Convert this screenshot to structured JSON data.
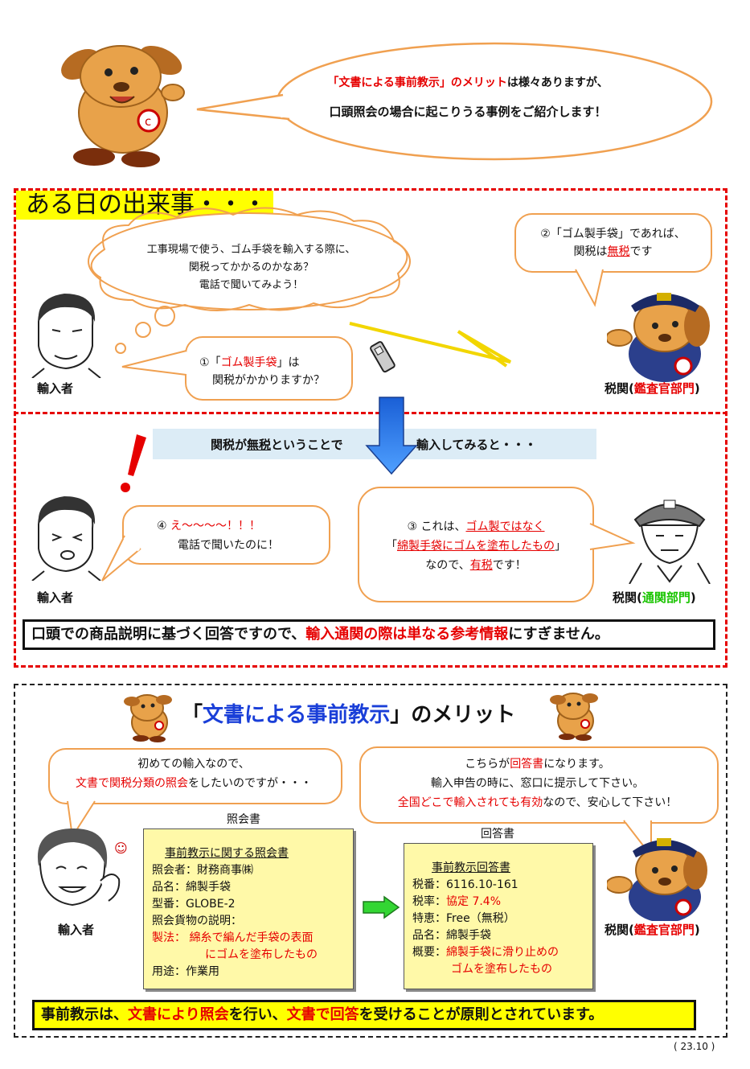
{
  "intro": {
    "line1_red": "「文書による事前教示」のメリット",
    "line1_rest": "は様々ありますが、",
    "line2": "口頭照会の場合に起こりうる事例をご紹介します！"
  },
  "section1": {
    "title": "ある日の出来事・・・",
    "thought": [
      "工事現場で使う、ゴム手袋を輸入する際に、",
      "関税ってかかるのかなあ？",
      "電話で聞いてみよう！"
    ],
    "q1_pre": "①「",
    "q1_red": "ゴム製手袋",
    "q1_post": "」は",
    "q1_line2": "関税がかかりますか？",
    "a2_line1": "②「ゴム製手袋」であれば、",
    "a2_pre": "関税は",
    "a2_red": "無税",
    "a2_post": "です",
    "importer_label": "輸入者",
    "customs_label_pre": "税関(",
    "customs_label_red": "鑑査官部門",
    "customs_label_post": ")",
    "band_pre": "関税が",
    "band_ul": "無税",
    "band_mid": "ということで",
    "band_post": "輸入してみると・・・",
    "a3_line1_pre": "③ これは、",
    "a3_line1_ul": "ゴム製ではなく",
    "a3_line2_pre": "「",
    "a3_line2_red": "綿製手袋にゴムを塗布したもの",
    "a3_line2_post": "」",
    "a3_line3_pre": "なので、",
    "a3_line3_red": "有税",
    "a3_line3_post": "です！",
    "q4_pre": "④ ",
    "q4_red": "え～～～～！！！",
    "q4_line2": "電話で聞いたのに！",
    "customs2_label_pre": "税関(",
    "customs2_label_green": "通関部門",
    "customs2_label_post": ")",
    "summary_pre": "口頭での商品説明に基づく回答ですので、",
    "summary_red": "輸入通関の際は単なる参考情報",
    "summary_post": "にすぎません。"
  },
  "section2": {
    "title_q1": "「",
    "title_main": "文書による事前教示",
    "title_q2": "」",
    "title_post": "のメリット",
    "left_bubble_line1": "初めての輸入なので、",
    "left_bubble_red": "文書で関税分類の照会",
    "left_bubble_post": "をしたいのですが・・・",
    "right_bubble_pre": "こちらが",
    "right_bubble_red": "回答書",
    "right_bubble_post": "になります。",
    "right_bubble_line2": "輸入申告の時に、窓口に提示して下さい。",
    "right_bubble_line3_red": "全国どこで輸入されても有効",
    "right_bubble_line3_post": "なので、安心して下さい！",
    "inquiry_caption": "照会書",
    "answer_caption": "回答書",
    "inquiry": {
      "heading": "事前教示に関する照会書",
      "rows": [
        "照会者：財務商事㈱",
        "品名：綿製手袋",
        "型番：GLOBE-2",
        "照会貨物の説明："
      ],
      "method_label": "製法：",
      "method_line1": " 綿糸で編んだ手袋の表面",
      "method_line2": "にゴムを塗布したもの",
      "use": "用途：作業用"
    },
    "answer": {
      "heading": "事前教示回答書",
      "row1": "税番：6116.10-161",
      "rate_label": "税率：",
      "rate_red": "協定 7.4%",
      "row3": "特恵：Free（無税）",
      "row4": "品名：綿製手袋",
      "summary_label": "概要：",
      "summary_line1": "綿製手袋に滑り止めの",
      "summary_line2": "ゴムを塗布したもの"
    },
    "importer_label": "輸入者",
    "customs_label_pre": "税関(",
    "customs_label_red": "鑑査官部門",
    "customs_label_post": ")",
    "footer_pre": "事前教示は、",
    "footer_red1": "文書により照会",
    "footer_mid": "を行い、",
    "footer_red2": "文書で回答",
    "footer_post": "を受けることが原則とされています。"
  },
  "page_footer": "( 23.10 )",
  "colors": {
    "accent_red": "#e60000",
    "title_yellow": "#ffff00",
    "band_blue": "#dcecf6",
    "bubble_border": "#f0a050",
    "note_yellow": "#fff9a8"
  }
}
